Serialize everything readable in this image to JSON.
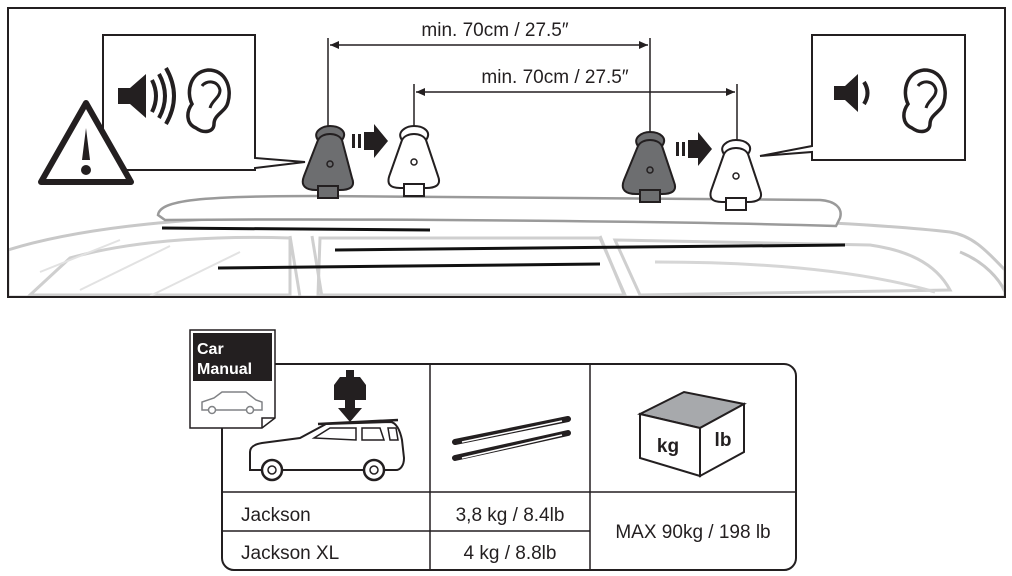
{
  "install_panel": {
    "distance_front": "min. 70cm / 27.5″",
    "distance_rear": "min. 70cm / 27.5″",
    "loud_sound_icon": "speaker-loud-icon",
    "quiet_sound_icon": "speaker-quiet-icon",
    "ear_icon": "ear-icon",
    "warning_icon": "warning-triangle-icon"
  },
  "manual_badge": {
    "line1": "Car",
    "line2": "Manual"
  },
  "weight_table": {
    "icons": [
      "car-load-icon",
      "roof-bars-icon",
      "kg-lb-box-icon"
    ],
    "box_label_kg": "kg",
    "box_label_lb": "lb",
    "rows": [
      {
        "model": "Jackson",
        "weight": "3,8 kg / 8.4lb"
      },
      {
        "model": "Jackson XL",
        "weight": "4 kg / 8.8lb"
      }
    ],
    "max_load": "MAX 90kg / 198 lb"
  }
}
